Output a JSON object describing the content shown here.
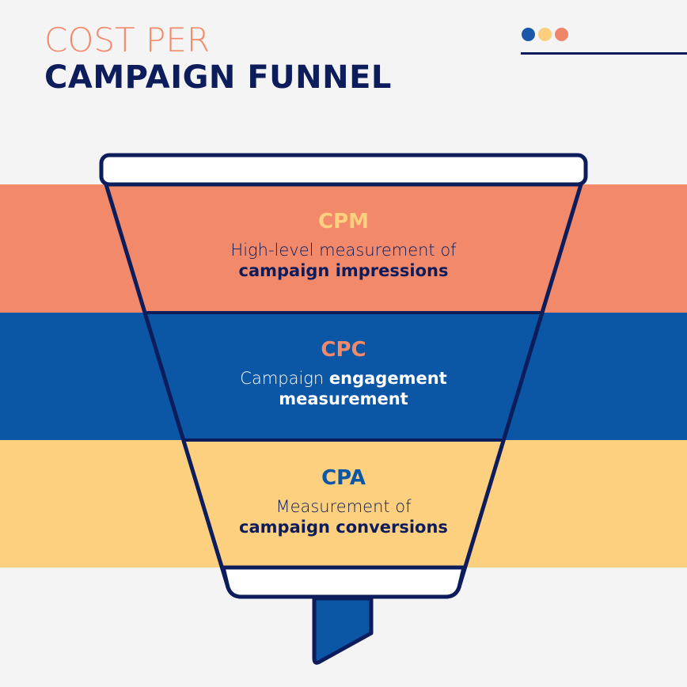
{
  "title": {
    "line1": "COST PER",
    "line2": "CAMPAIGN FUNNEL"
  },
  "decorations": {
    "dots": [
      "#1a57a8",
      "#fbcf7d",
      "#ef866a"
    ]
  },
  "colors": {
    "background": "#f4f4f5",
    "navy": "#0d1d5c",
    "salmon": "#f2896b",
    "blue": "#0c56a6",
    "yellow": "#fcd07e",
    "white": "#ffffff"
  },
  "stages": [
    {
      "code": "CPM",
      "desc_plain": "High-level measurement of",
      "desc_bold": "campaign impressions"
    },
    {
      "code": "CPC",
      "desc_plain": "Campaign",
      "desc_bold_inline": "engagement",
      "desc_bold": "measurement"
    },
    {
      "code": "CPA",
      "desc_plain": "Measurement of",
      "desc_bold": "campaign conversions"
    }
  ]
}
